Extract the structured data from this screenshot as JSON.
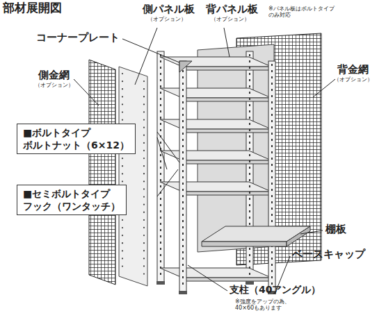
{
  "diagram": {
    "title": "部材展開図",
    "nodes": [
      {
        "text": [
          "■ボルトタイプ",
          "ボルトナット（6×12）"
        ]
      },
      {
        "text": [
          "■セミボルトタイプ",
          "フック（ワンタッチ）"
        ]
      }
    ],
    "labels": [
      "側パネル板",
      "（オプション）",
      "背パネル板",
      "（オプション）",
      "※パネル板はボルトタイプ のみ対応",
      "コーナープレート",
      "側金網",
      "（オプション）",
      "背金網",
      "（オプション）",
      "棚板",
      "ベースキャップ",
      "支柱（40アングル）",
      "※強度をアップの為、 40×60もあります"
    ]
  }
}
